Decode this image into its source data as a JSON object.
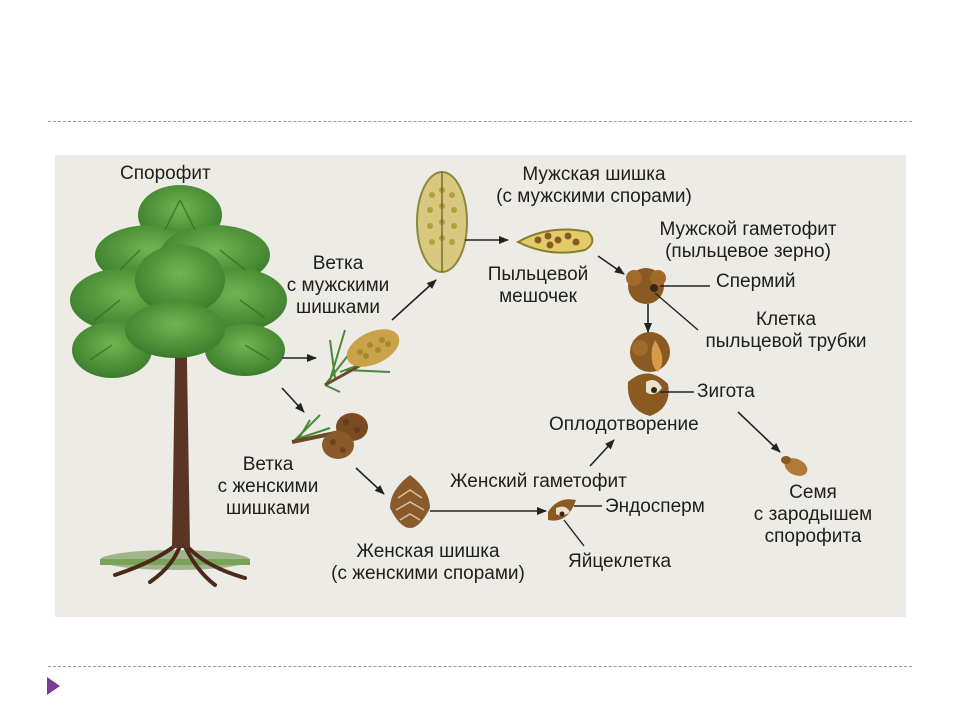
{
  "labels": {
    "sporophyte": "Спорофит",
    "male_cone": [
      "Мужская шишка",
      "(с мужскими спорами)"
    ],
    "male_branch": [
      "Ветка",
      "с мужскими",
      "шишками"
    ],
    "male_gametophyte": [
      "Мужской гаметофит",
      "(пыльцевое зерно)"
    ],
    "pollen_sac": [
      "Пыльцевой",
      "мешочек"
    ],
    "sperm": "Спермий",
    "tube_cell": [
      "Клетка",
      "пыльцевой трубки"
    ],
    "zygote": "Зигота",
    "fertilization": "Оплодотворение",
    "female_branch": [
      "Ветка",
      "с женскими",
      "шишками"
    ],
    "female_gametophyte": "Женский гаметофит",
    "endosperm": "Эндосперм",
    "seed": [
      "Семя",
      "с зародышем",
      "спорофита"
    ],
    "female_cone": [
      "Женская шишка",
      "(с женскими спорами)"
    ],
    "egg_cell": "Яйцеклетка"
  },
  "colors": {
    "panel": "#ecebe6",
    "foliage": "#4e9a3c",
    "trunk": "#5a3424",
    "cone": "#8b5a2b",
    "gametophyte": "#8a5a22",
    "bullet": "#7a3c96"
  }
}
